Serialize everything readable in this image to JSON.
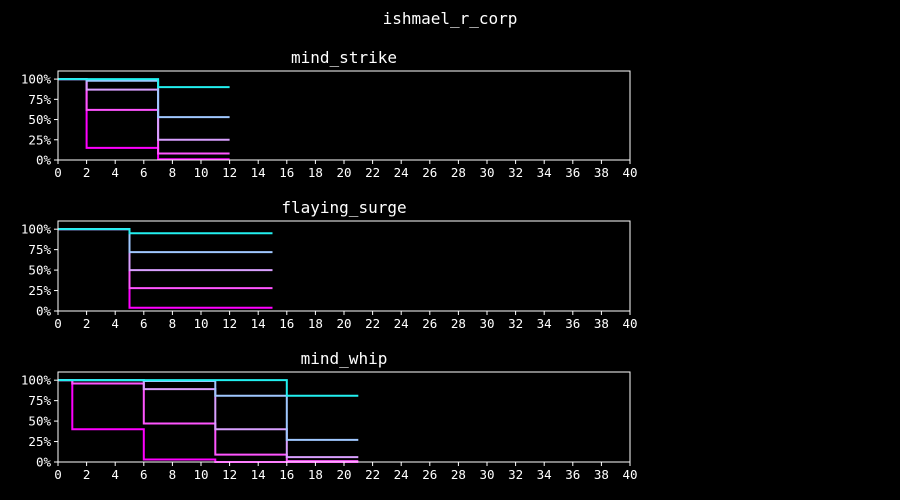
{
  "suptitle": "ishmael_r_corp",
  "chart_data": [
    {
      "type": "line",
      "step": true,
      "title": "mind_strike",
      "xlim": [
        0,
        40
      ],
      "ylim": [
        0,
        110
      ],
      "xticks": [
        0,
        2,
        4,
        6,
        8,
        10,
        12,
        14,
        16,
        18,
        20,
        22,
        24,
        26,
        28,
        30,
        32,
        34,
        36,
        38,
        40
      ],
      "yticks": [
        0,
        25,
        50,
        75,
        100
      ],
      "ytick_labels": [
        "0%",
        "25%",
        "50%",
        "75%",
        "100%"
      ],
      "series": [
        {
          "color": "#ff00ff",
          "points": [
            [
              0,
              100
            ],
            [
              2,
              100
            ],
            [
              2,
              15
            ],
            [
              7,
              15
            ],
            [
              7,
              1
            ],
            [
              12,
              1
            ]
          ]
        },
        {
          "color": "#ff55ff",
          "points": [
            [
              0,
              100
            ],
            [
              2,
              100
            ],
            [
              2,
              62
            ],
            [
              7,
              62
            ],
            [
              7,
              8
            ],
            [
              12,
              8
            ]
          ]
        },
        {
          "color": "#d9a0ff",
          "points": [
            [
              0,
              100
            ],
            [
              2,
              100
            ],
            [
              2,
              87
            ],
            [
              7,
              87
            ],
            [
              7,
              25
            ],
            [
              12,
              25
            ]
          ]
        },
        {
          "color": "#a0c8ff",
          "points": [
            [
              0,
              100
            ],
            [
              2,
              100
            ],
            [
              2,
              98
            ],
            [
              7,
              98
            ],
            [
              7,
              53
            ],
            [
              12,
              53
            ]
          ]
        },
        {
          "color": "#22f0f0",
          "points": [
            [
              0,
              100
            ],
            [
              7,
              100
            ],
            [
              7,
              90
            ],
            [
              12,
              90
            ]
          ]
        }
      ]
    },
    {
      "type": "line",
      "step": true,
      "title": "flaying_surge",
      "xlim": [
        0,
        40
      ],
      "ylim": [
        0,
        110
      ],
      "xticks": [
        0,
        2,
        4,
        6,
        8,
        10,
        12,
        14,
        16,
        18,
        20,
        22,
        24,
        26,
        28,
        30,
        32,
        34,
        36,
        38,
        40
      ],
      "yticks": [
        0,
        25,
        50,
        75,
        100
      ],
      "ytick_labels": [
        "0%",
        "25%",
        "50%",
        "75%",
        "100%"
      ],
      "series": [
        {
          "color": "#ff00ff",
          "points": [
            [
              0,
              100
            ],
            [
              5,
              100
            ],
            [
              5,
              4
            ],
            [
              15,
              4
            ]
          ]
        },
        {
          "color": "#ff55ff",
          "points": [
            [
              0,
              100
            ],
            [
              5,
              100
            ],
            [
              5,
              28
            ],
            [
              15,
              28
            ]
          ]
        },
        {
          "color": "#d9a0ff",
          "points": [
            [
              0,
              100
            ],
            [
              5,
              100
            ],
            [
              5,
              50
            ],
            [
              15,
              50
            ]
          ]
        },
        {
          "color": "#a0c8ff",
          "points": [
            [
              0,
              100
            ],
            [
              5,
              100
            ],
            [
              5,
              72
            ],
            [
              15,
              72
            ]
          ]
        },
        {
          "color": "#22f0f0",
          "points": [
            [
              0,
              100
            ],
            [
              5,
              100
            ],
            [
              5,
              95
            ],
            [
              15,
              95
            ]
          ]
        }
      ]
    },
    {
      "type": "line",
      "step": true,
      "title": "mind_whip",
      "xlim": [
        0,
        40
      ],
      "ylim": [
        0,
        110
      ],
      "xticks": [
        0,
        2,
        4,
        6,
        8,
        10,
        12,
        14,
        16,
        18,
        20,
        22,
        24,
        26,
        28,
        30,
        32,
        34,
        36,
        38,
        40
      ],
      "yticks": [
        0,
        25,
        50,
        75,
        100
      ],
      "ytick_labels": [
        "0%",
        "25%",
        "50%",
        "75%",
        "100%"
      ],
      "series": [
        {
          "color": "#ff00ff",
          "points": [
            [
              0,
              100
            ],
            [
              1,
              100
            ],
            [
              1,
              40
            ],
            [
              6,
              40
            ],
            [
              6,
              3
            ],
            [
              11,
              3
            ],
            [
              11,
              0
            ],
            [
              16,
              0
            ],
            [
              16,
              0
            ],
            [
              21,
              0
            ]
          ]
        },
        {
          "color": "#ff55ff",
          "points": [
            [
              0,
              100
            ],
            [
              1,
              100
            ],
            [
              1,
              96
            ],
            [
              6,
              96
            ],
            [
              6,
              47
            ],
            [
              11,
              47
            ],
            [
              11,
              9
            ],
            [
              16,
              9
            ],
            [
              16,
              1
            ],
            [
              21,
              1
            ]
          ]
        },
        {
          "color": "#d9a0ff",
          "points": [
            [
              0,
              100
            ],
            [
              6,
              100
            ],
            [
              6,
              89
            ],
            [
              11,
              89
            ],
            [
              11,
              40
            ],
            [
              16,
              40
            ],
            [
              16,
              6
            ],
            [
              21,
              6
            ]
          ]
        },
        {
          "color": "#a0c8ff",
          "points": [
            [
              0,
              100
            ],
            [
              6,
              100
            ],
            [
              6,
              99
            ],
            [
              11,
              99
            ],
            [
              11,
              81
            ],
            [
              16,
              81
            ],
            [
              16,
              27
            ],
            [
              21,
              27
            ]
          ]
        },
        {
          "color": "#22f0f0",
          "points": [
            [
              0,
              100
            ],
            [
              16,
              100
            ],
            [
              16,
              81
            ],
            [
              21,
              81
            ]
          ]
        }
      ]
    }
  ]
}
